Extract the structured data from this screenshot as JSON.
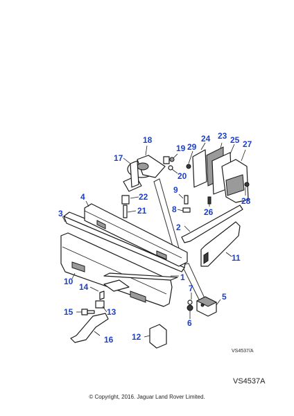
{
  "diagram": {
    "callouts": [
      "1",
      "2",
      "3",
      "4",
      "5",
      "6",
      "7",
      "8",
      "9",
      "10",
      "11",
      "12",
      "13",
      "14",
      "15",
      "16",
      "17",
      "18",
      "19",
      "20",
      "21",
      "22",
      "23",
      "24",
      "25",
      "26",
      "27",
      "28",
      "29"
    ],
    "drawing_ref": "VS4537/A"
  },
  "footer": {
    "diagram_code": "VS4537A",
    "copyright": "© Copyright, 2016. Jaguar Land Rover Limited."
  },
  "colors": {
    "callout": "#1a3fd0",
    "line": "#1a1a1a",
    "shade": "#9a9a9a"
  }
}
